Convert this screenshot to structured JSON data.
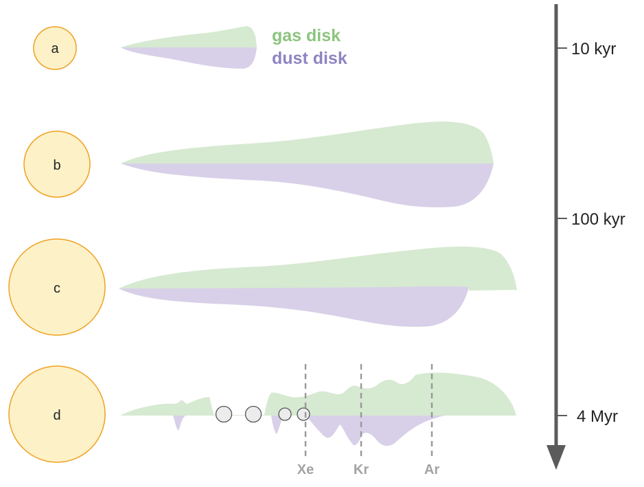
{
  "legend": {
    "gas": "gas disk",
    "dust": "dust disk"
  },
  "stages": [
    {
      "id": "a",
      "time": "10 kyr"
    },
    {
      "id": "b",
      "time": ""
    },
    {
      "id": "c",
      "time": "100 kyr"
    },
    {
      "id": "d",
      "time": "4 Myr"
    }
  ],
  "snowlines": [
    "Xe",
    "Kr",
    "Ar"
  ],
  "colors": {
    "gas": "#d6e9d1",
    "dust": "#d8d0e8",
    "gas_label": "#8cc47f",
    "dust_label": "#8f84c3",
    "star_fill": "#fdf1c8",
    "star_stroke": "#f0a020",
    "arrow": "#5b5b5b",
    "snowline": "#9a9a9a",
    "planetesimal_fill": "#ececec",
    "planetesimal_stroke": "#555555"
  },
  "icons": {
    "arrow": "down-arrow-icon"
  }
}
